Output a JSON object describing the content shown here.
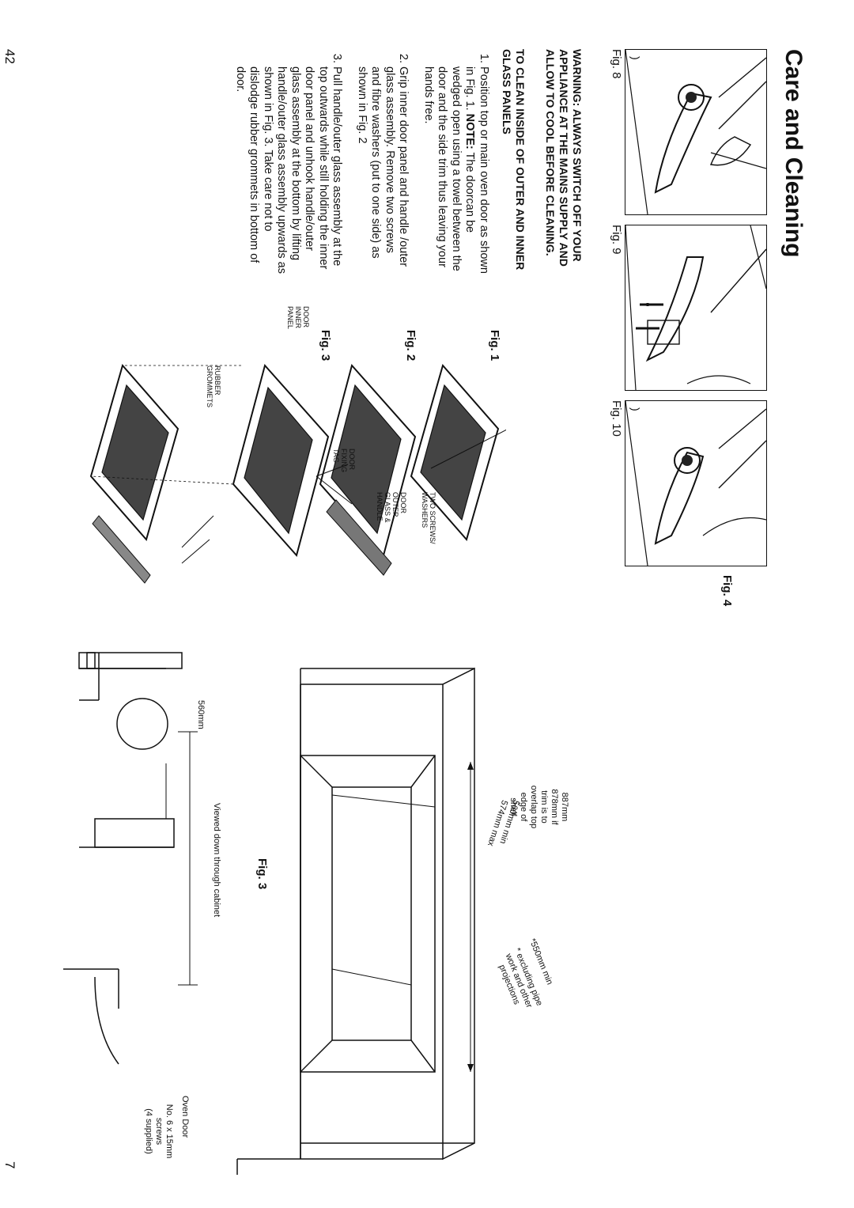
{
  "page_numbers": {
    "top": "42",
    "bottom": "7"
  },
  "upper": {
    "title": "Care and Cleaning",
    "photos": [
      {
        "caption": "Fig. 8"
      },
      {
        "caption": "Fig. 9"
      },
      {
        "caption": "Fig. 10"
      }
    ],
    "warning": "WARNING: ALWAYS SWITCH OFF YOUR APPLIANCE AT THE MAINS SUPPLY AND ALLOW TO COOL BEFORE CLEANING.",
    "subheading": "TO CLEAN INSIDE OF OUTER AND INNER GLASS PANELS",
    "steps": [
      {
        "a": "Position top or main oven door as shown in Fig. 1. ",
        "note": "NOTE:",
        "b": " The doorcan be wedged open using a towel between the door and the side trim thus leaving your hands free."
      },
      {
        "a": "Grip inner door panel and handle /outer glass assembly. Remove two screws and fibre washers (put to one side) as shown in Fig. 2"
      },
      {
        "a": "Pull handle/outer glass assembly at the top outwards while still holding the inner door panel and unhook handle/outer glass assembly at the bottom by lifting handle/outer glass assembly upwards as shown in Fig. 3. Take care not to dislodge rubber grommets in bottom of door."
      }
    ],
    "fig_labels": {
      "fig1": "Fig. 1",
      "fig2": "Fig. 2",
      "fig3": "Fig. 3"
    },
    "callouts": {
      "two_screws": "TWO SCREWS/\nWASHERS",
      "door_outer": "DOOR\nOUTER\nGLASS &\nHANDLE",
      "door_fixing": "DOOR\nFIXING\nTAG",
      "door_inner": "DOOR\nINNER\nPANEL",
      "rubber": "RUBBER\nGROMMETS"
    }
  },
  "lower": {
    "fig4_label": "Fig. 4",
    "fig3_label": "Fig. 3",
    "dims": {
      "height": "887mm\n878mm if\ntrim is to\noverlap top\nedge of\nshelf",
      "width_min": "560mm min",
      "width_max": "574mm max",
      "depth": "*550mm min",
      "depth_note": "* excluding pipe\nwork and other\nprojections",
      "plan_width": "560mm"
    },
    "captions": {
      "viewed": "Viewed down through cabinet",
      "oven_door": "Oven Door",
      "screws": "No. 6 x 15mm\nscrews\n(4 supplied)"
    }
  }
}
